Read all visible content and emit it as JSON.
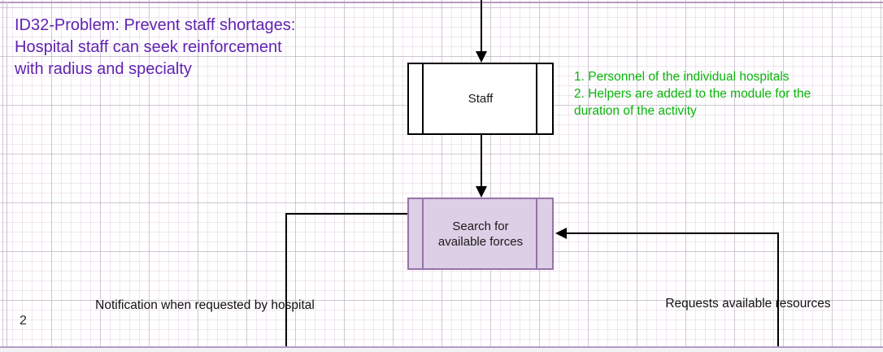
{
  "page": {
    "number": "2"
  },
  "title": "ID32-Problem: Prevent staff shortages:\nHospital staff can seek reinforcement\nwith radius and specialty",
  "annotation": "1. Personnel of the individual hospitals\n2. Helpers are added to the module for the\nduration of the activity",
  "nodes": {
    "staff": {
      "label": "Staff",
      "fill": "#ffffff",
      "border": "#000000"
    },
    "search": {
      "label": "Search for\navailable forces",
      "fill": "#ddcfe6",
      "border": "#9673a6"
    }
  },
  "edges": {
    "notification_label": "Notification when requested by hospital",
    "requests_label": "Requests available resources"
  },
  "colors": {
    "title_text": "#6023b1",
    "annotation_text": "#0ab50a",
    "connector": "#000000",
    "page_border": "#b49cc2"
  }
}
